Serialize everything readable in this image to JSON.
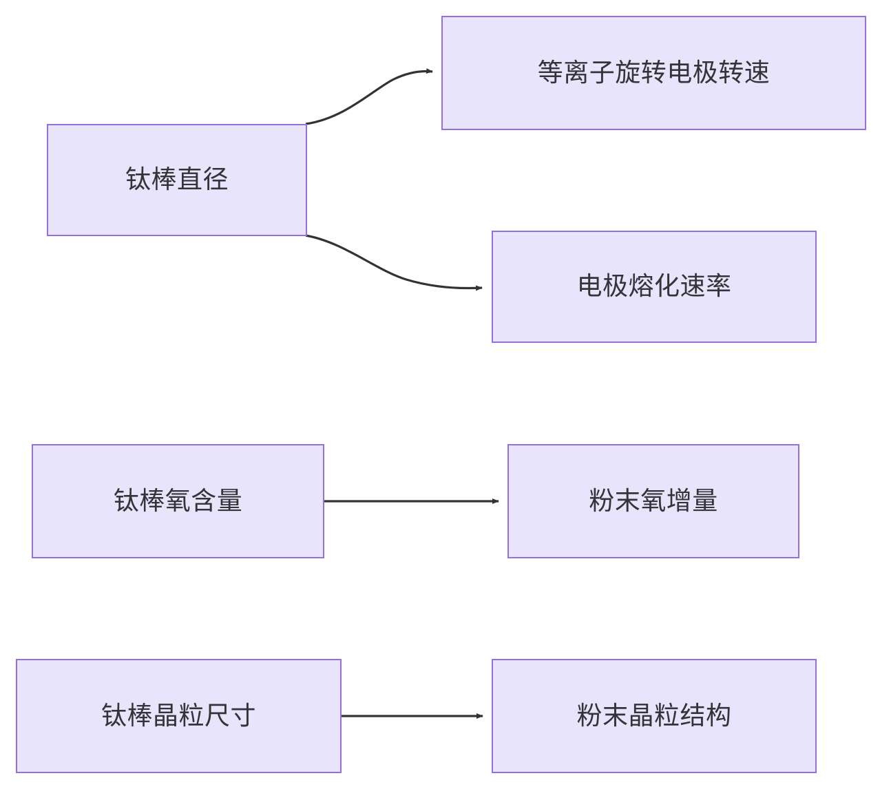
{
  "diagram": {
    "type": "flowchart",
    "direction": "left-to-right",
    "background_color": "#ffffff",
    "node_fill_color": "#e8e4fb",
    "node_border_color": "#9370db",
    "node_text_color": "#333338",
    "edge_color": "#333333",
    "nodes": [
      {
        "id": "ti-rod-diameter",
        "label": "钛棒直径"
      },
      {
        "id": "plasma-electrode-rpm",
        "label": "等离子旋转电极转速"
      },
      {
        "id": "electrode-melt-rate",
        "label": "电极熔化速率"
      },
      {
        "id": "ti-rod-oxygen",
        "label": "钛棒氧含量"
      },
      {
        "id": "powder-oxygen-gain",
        "label": "粉末氧增量"
      },
      {
        "id": "ti-rod-grain-size",
        "label": "钛棒晶粒尺寸"
      },
      {
        "id": "powder-grain-struct",
        "label": "粉末晶粒结构"
      }
    ],
    "edges": [
      {
        "id": "edge-diameter-to-rpm",
        "from": "ti-rod-diameter",
        "to": "plasma-electrode-rpm",
        "label": "",
        "style": "curved-arrow"
      },
      {
        "id": "edge-diameter-to-melt-rate",
        "from": "ti-rod-diameter",
        "to": "electrode-melt-rate",
        "label": "",
        "style": "curved-arrow"
      },
      {
        "id": "edge-oxygen-to-powder",
        "from": "ti-rod-oxygen",
        "to": "powder-oxygen-gain",
        "label": "",
        "style": "straight-arrow"
      },
      {
        "id": "edge-grain-to-powder-grain",
        "from": "ti-rod-grain-size",
        "to": "powder-grain-struct",
        "label": "",
        "style": "straight-arrow"
      }
    ]
  }
}
